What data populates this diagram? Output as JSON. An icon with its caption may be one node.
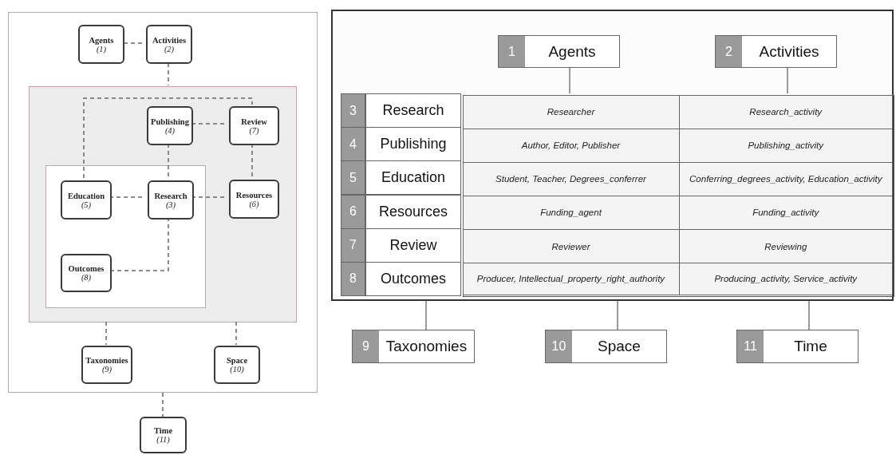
{
  "diagram": {
    "nodes": [
      {
        "text": [],
        "shape": "box"
      },
      {
        "text": [
          "Agents",
          "(1)"
        ],
        "in": 0
      },
      {
        "text": [
          "Activities",
          "(2)"
        ],
        "in": 0
      },
      {
        "text": [],
        "shape": "box",
        "in": 0
      },
      {
        "text": [
          "Publishing",
          "(4)"
        ],
        "in": 3
      },
      {
        "text": [
          "Review",
          "(7)"
        ],
        "in": 3
      },
      {
        "text": [],
        "shape": "box",
        "in": 3
      },
      {
        "text": [
          "Education",
          "(5)"
        ],
        "in": 6
      },
      {
        "text": [
          "Research",
          "(3)"
        ],
        "in": 6
      },
      {
        "text": [
          "Resources",
          "(6)"
        ],
        "in": 3
      },
      {
        "text": [
          "Outcomes",
          "(8)"
        ],
        "in": 6
      },
      {
        "text": [
          "Taxonomies",
          "(9)"
        ],
        "in": 0
      },
      {
        "text": [
          "Space",
          "(10)"
        ],
        "in": 0
      },
      {
        "text": [
          "Time",
          "(11)"
        ]
      },
      {
        "text": [],
        "shape": "box"
      },
      {
        "text": [
          "1",
          "Agents"
        ],
        "in": 14
      },
      {
        "text": [
          "2",
          "Activities"
        ],
        "in": 14
      },
      {
        "text": [],
        "shape": "box",
        "in": 14
      },
      {
        "text": [
          "9",
          "Taxonomies"
        ]
      },
      {
        "text": [
          "10",
          "Space"
        ]
      },
      {
        "text": [
          "11",
          "Time"
        ]
      }
    ],
    "edges": [
      {
        "from": 1,
        "to": 2,
        "arrow": "none",
        "style": "dashed"
      },
      {
        "from": 2,
        "to": 3,
        "arrow": "none",
        "style": "dashed"
      },
      {
        "from": 7,
        "to": 5,
        "arrow": "none",
        "style": "dashed"
      },
      {
        "from": 4,
        "to": 5,
        "arrow": "none",
        "style": "dashed"
      },
      {
        "from": 4,
        "to": 8,
        "arrow": "none",
        "style": "dashed"
      },
      {
        "from": 5,
        "to": 9,
        "arrow": "none",
        "style": "dashed"
      },
      {
        "from": 7,
        "to": 8,
        "arrow": "none",
        "style": "dashed"
      },
      {
        "from": 8,
        "to": 9,
        "arrow": "none",
        "style": "dashed"
      },
      {
        "from": 8,
        "to": 10,
        "arrow": "none",
        "style": "dashed"
      },
      {
        "from": 3,
        "to": 11,
        "arrow": "none",
        "style": "dashed"
      },
      {
        "from": 3,
        "to": 12,
        "arrow": "none",
        "style": "dashed"
      },
      {
        "from": 0,
        "to": 13,
        "arrow": "none",
        "style": "dashed"
      },
      {
        "from": 15,
        "to": 17,
        "arrow": "none"
      },
      {
        "from": 16,
        "to": 17,
        "arrow": "none"
      },
      {
        "from": 14,
        "to": 18,
        "arrow": "none"
      },
      {
        "from": 14,
        "to": 19,
        "arrow": "none"
      },
      {
        "from": 14,
        "to": 20,
        "arrow": "none"
      }
    ],
    "labels": [
      "3",
      "Research",
      "Researcher",
      "Research_activity",
      "4",
      "Publishing",
      "Author, Editor, Publisher",
      "Publishing_activity",
      "5",
      "Education",
      "Student, Teacher, Degrees_conferrer",
      "Conferring_degrees_activity, Education_activity",
      "6",
      "Resources",
      "Funding_agent",
      "Funding_activity",
      "7",
      "Review",
      "Reviewer",
      "Reviewing",
      "8",
      "Outcomes",
      "Producer, Intellectual_property_right_authority",
      "Producing_activity, Service_activity"
    ]
  }
}
